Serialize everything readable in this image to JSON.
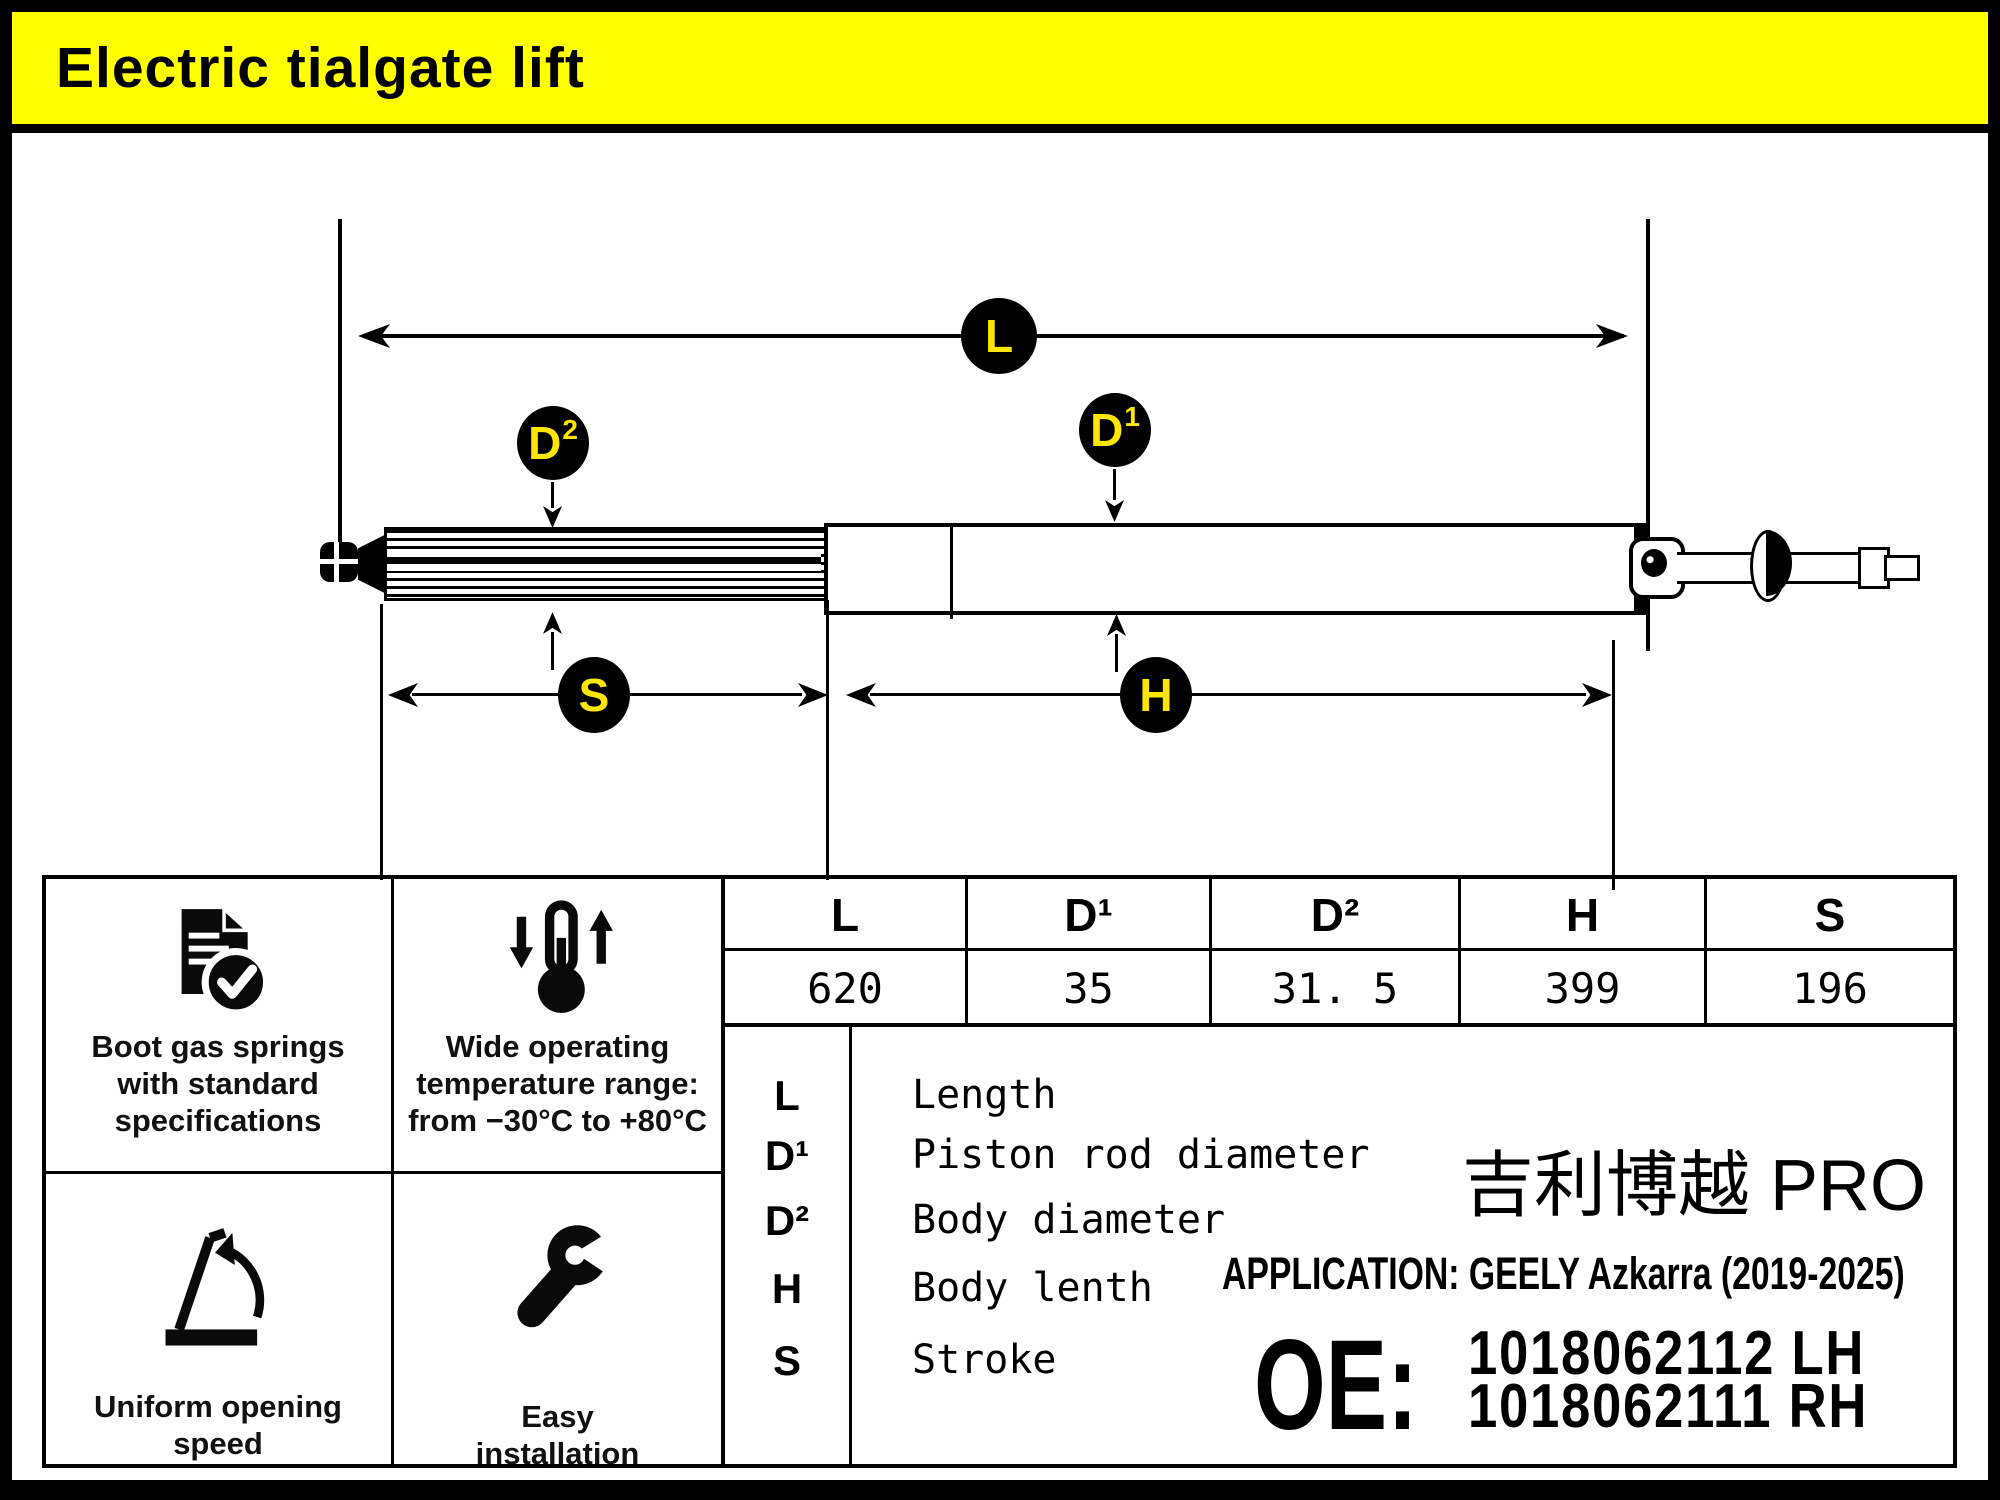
{
  "header": {
    "title": "Electric tialgate lift"
  },
  "diagram": {
    "dim_l": {
      "label": "L"
    },
    "dim_d1": {
      "base": "D",
      "sup": "1"
    },
    "dim_d2": {
      "base": "D",
      "sup": "2"
    },
    "dim_h": {
      "label": "H"
    },
    "dim_s": {
      "label": "S"
    }
  },
  "spec_table": {
    "headers": [
      "L",
      "D¹",
      "D²",
      "H",
      "S"
    ],
    "values": [
      "620",
      "35",
      "31. 5",
      "399",
      "196"
    ]
  },
  "legend": {
    "rows": [
      {
        "symbol": "L",
        "definition": "Length"
      },
      {
        "symbol": "D¹",
        "definition": "Piston rod diameter"
      },
      {
        "symbol": "D²",
        "definition": "Body diameter"
      },
      {
        "symbol": "H",
        "definition": "Body lenth"
      },
      {
        "symbol": "S",
        "definition": "Stroke"
      }
    ]
  },
  "features": [
    {
      "icon": "document-check-icon",
      "caption": "Boot gas springs\nwith standard\nspecifications"
    },
    {
      "icon": "thermometer-range-icon",
      "caption": "Wide operating\ntemperature range:\nfrom −30°C to +80°C"
    },
    {
      "icon": "opening-angle-icon",
      "caption": "Uniform opening\nspeed"
    },
    {
      "icon": "wrench-icon",
      "caption": "Easy\ninstallation"
    }
  ],
  "product": {
    "model_name": "吉利博越 PRO",
    "application": "APPLICATION: GEELY Azkarra (2019-2025)",
    "oe_label": "OE:",
    "oe_numbers": [
      "1018062112 LH",
      "1018062111 RH"
    ]
  },
  "colors": {
    "banner_yellow": "#ffff00",
    "dim_label_yellow": "#ffe600",
    "ink": "#000000",
    "paper": "#ffffff"
  }
}
